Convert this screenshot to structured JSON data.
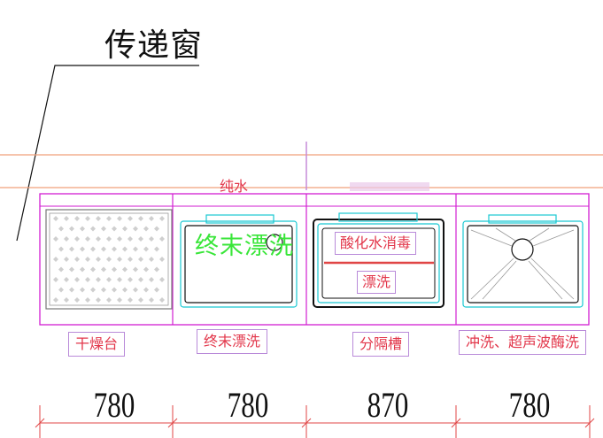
{
  "title": "传递窗",
  "pure_water_label": "纯水",
  "stations": [
    {
      "key": "dry",
      "caption": "干燥台",
      "dimension": "780"
    },
    {
      "key": "final_rinse",
      "caption": "终末漂洗",
      "inner_label": "终末漂洗",
      "dimension": "780"
    },
    {
      "key": "separator",
      "caption": "分隔槽",
      "inner_label_top": "酸化水消毒",
      "inner_label_bottom": "漂洗",
      "dimension": "870"
    },
    {
      "key": "wash",
      "caption": "冲洗、超声波酶洗",
      "dimension": "780"
    }
  ],
  "colors": {
    "cabinet_outline": "#d21ed2",
    "sink_cyan": "#19c8d2",
    "pipe_orange": "#f0a07a",
    "label_red": "#e2364a",
    "dim_red": "#e04646",
    "green_text": "#39e639"
  }
}
